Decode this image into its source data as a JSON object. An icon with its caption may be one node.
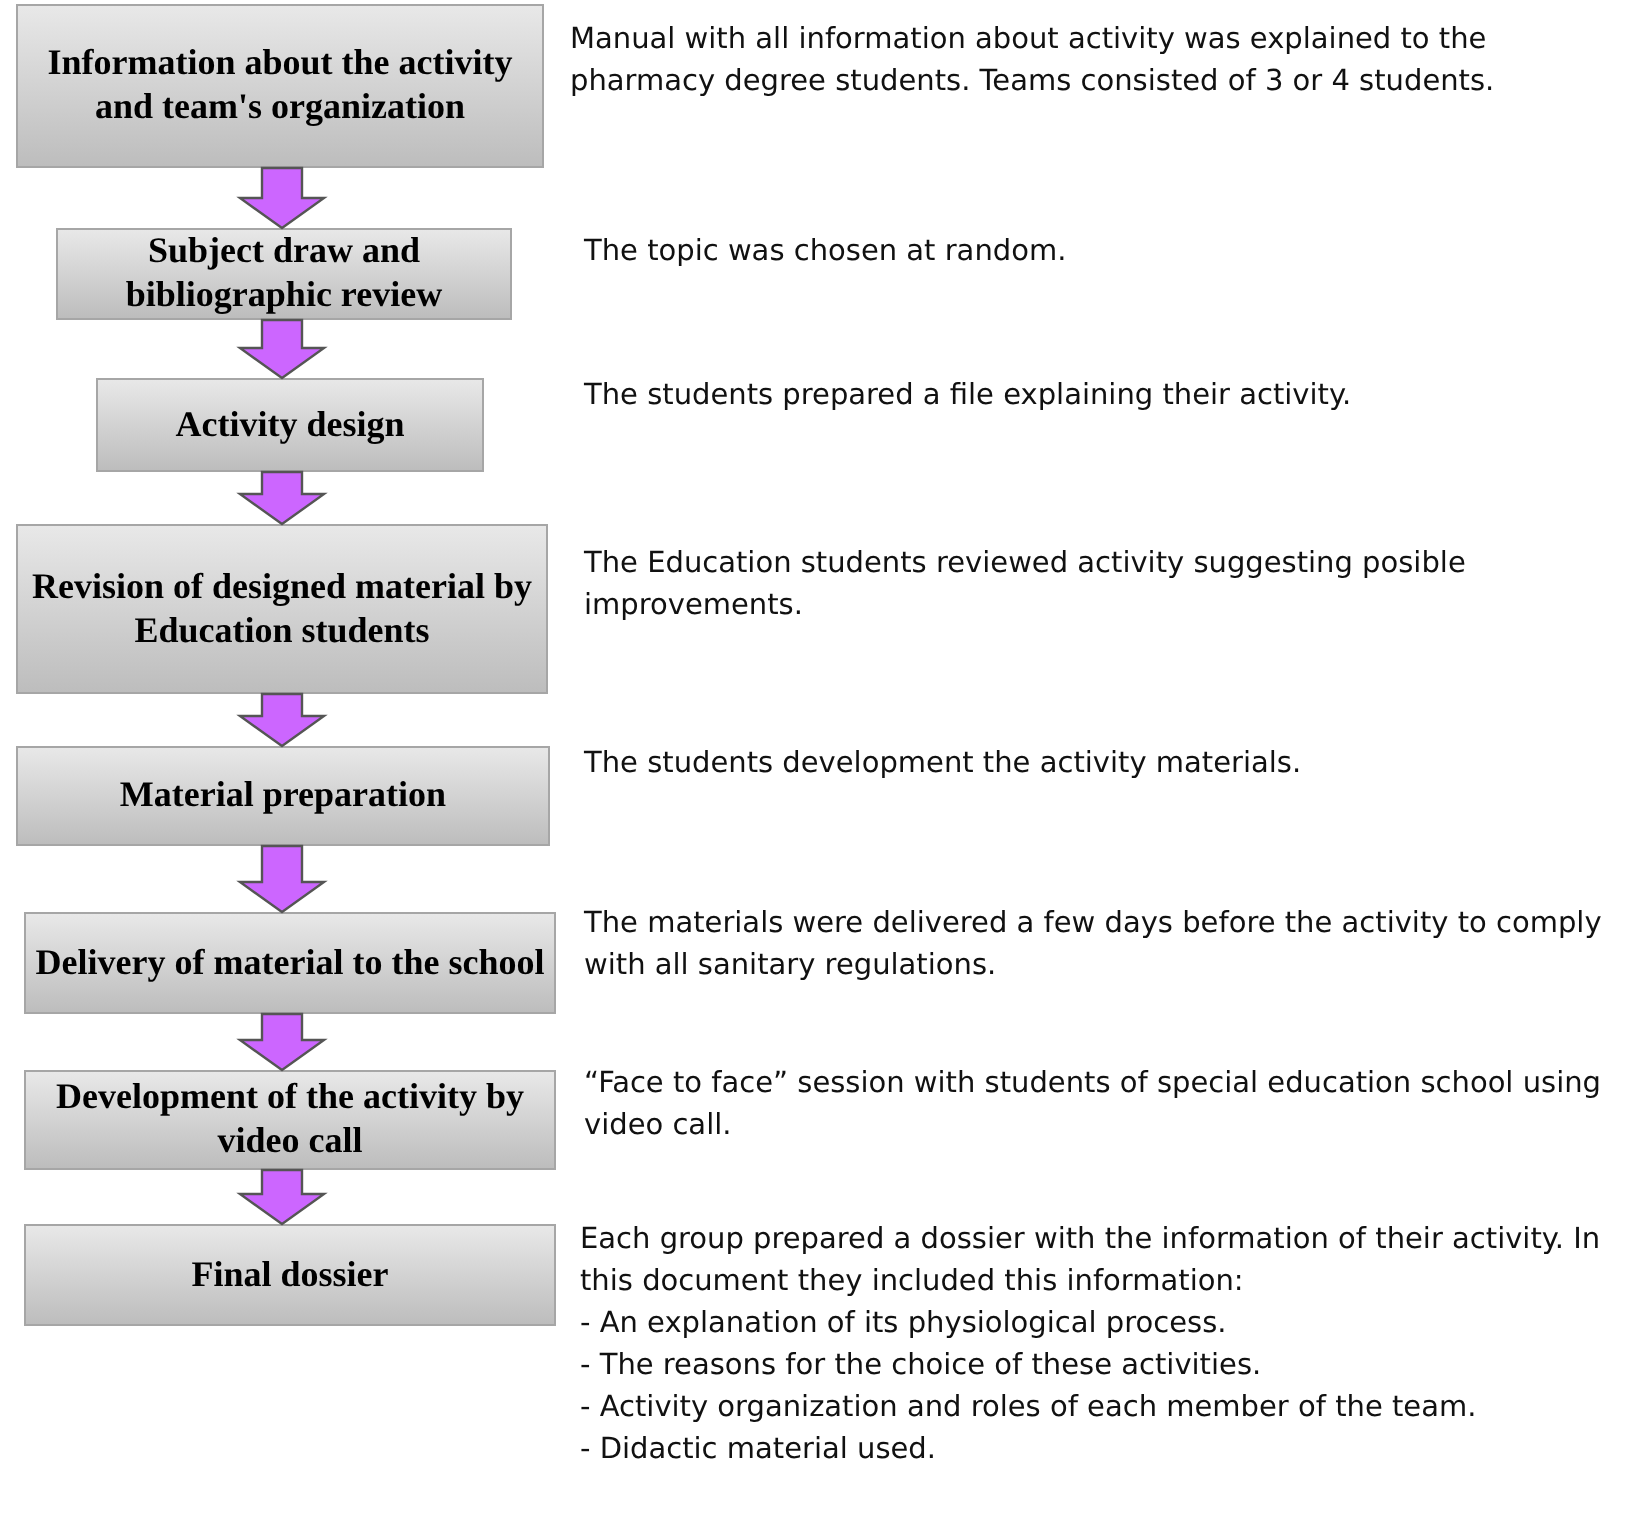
{
  "diagram": {
    "nodes": [
      {
        "text": [
          "Information about the activity and team's organization"
        ],
        "beside": [
          "Manual with all information about activity was explained to the pharmacy degree students. Teams consisted of 3 or 4 students."
        ]
      },
      {
        "text": [
          "Subject draw and bibliographic review"
        ],
        "beside": [
          "The topic was chosen at random."
        ]
      },
      {
        "text": [
          "Activity design"
        ],
        "beside": [
          "The students prepared a file explaining their activity."
        ]
      },
      {
        "text": [
          "Revision of designed material by Education students"
        ],
        "beside": [
          "The Education students reviewed activity suggesting posible improvements."
        ]
      },
      {
        "text": [
          "Material preparation"
        ],
        "beside": [
          "The students development the activity materials."
        ]
      },
      {
        "text": [
          "Delivery of material to the school"
        ],
        "beside": [
          "The materials were delivered a few days before the activity to comply with all sanitary regulations."
        ]
      },
      {
        "text": [
          "Development of the activity by video call"
        ],
        "beside": [
          "“Face to face” session with students of special education school using video call."
        ]
      },
      {
        "text": [
          "Final dossier"
        ],
        "beside": [
          "Each group prepared a dossier with the information of their activity. In this document they included this information:",
          "- An explanation of its physiological process.",
          "- The reasons for the choice of these activities.",
          "- Activity organization and roles of each member of the team.",
          "- Didactic material used."
        ]
      }
    ],
    "edges": [
      {
        "from": 0,
        "to": 1,
        "arrow": "to"
      },
      {
        "from": 1,
        "to": 2,
        "arrow": "to"
      },
      {
        "from": 2,
        "to": 3,
        "arrow": "to"
      },
      {
        "from": 3,
        "to": 4,
        "arrow": "to"
      },
      {
        "from": 4,
        "to": 5,
        "arrow": "to"
      },
      {
        "from": 5,
        "to": 6,
        "arrow": "to"
      },
      {
        "from": 6,
        "to": 7,
        "arrow": "to"
      }
    ]
  }
}
